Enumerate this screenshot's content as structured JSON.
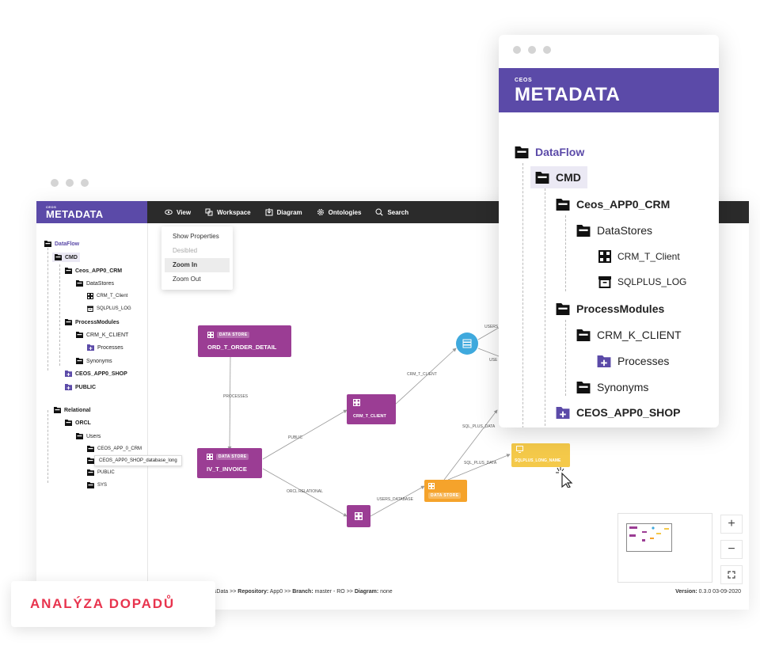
{
  "brand": {
    "ceos": "CEOS",
    "metadata": "METADATA"
  },
  "colors": {
    "purple": "#5b4aa8",
    "node_purple": "#9b3d94",
    "node_orange": "#f5a32b",
    "node_yellow": "#f4c94a",
    "node_blue": "#3fa9dd",
    "accent_red": "#e8344e"
  },
  "menu": [
    {
      "label": "View",
      "icon": "eye-icon"
    },
    {
      "label": "Workspace",
      "icon": "layers-icon"
    },
    {
      "label": "Diagram",
      "icon": "diagram-icon"
    },
    {
      "label": "Ontologies",
      "icon": "gear-icon"
    },
    {
      "label": "Search",
      "icon": "search-icon"
    }
  ],
  "view_menu": [
    "Show Properties",
    "Desibled",
    "Zoom In",
    "Zoom Out"
  ],
  "sidebar": {
    "dataflow": "DataFlow",
    "cmd": "CMD",
    "crm": "Ceos_APP0_CRM",
    "datastores": "DataStores",
    "crm_t_client": "CRM_T_Client",
    "sqlplus_log": "SQLPLUS_LOG",
    "process_modules": "ProcessModules",
    "crm_k_client": "CRM_K_CLIENT",
    "processes": "Processes",
    "synonyms": "Synonyms",
    "shop": "CEOS_APP0_SHOP",
    "public": "PUBLIC",
    "relational": "Relational",
    "orcl": "ORCL",
    "users": "Users",
    "ceos_app_0_crm": "CEOS_APP_0_CRM",
    "tooltip": "CEOS_APP0_SHOP_database_long",
    "public2": "PUBLIC",
    "sys": "SYS"
  },
  "diagram": {
    "badge_data_store": "DATA STORE",
    "ord_detail": "ORD_T_ORDER_DETAIL",
    "invoice": "IV_T_INVOICE",
    "crm_client": "CRM_T_CLIENT",
    "sqlplus_long": "SQLPLUS_LONG_NAME",
    "edges": {
      "processes": "PROCESSES",
      "public": "PUBLIC",
      "orcl_relational": "ORCL RELATIONAL",
      "crm_t_client": "CRM_T_CLIENT",
      "users_database": "USERS_DATABASE",
      "sql_plus_data_1": "SQL_PLUS_DATA",
      "sql_plus_data_2": "SQL_PLUS_DATA",
      "users_cut_1": "USERS",
      "users_cut_2": "USE"
    }
  },
  "zoom": {
    "plus": "+",
    "minus": "−"
  },
  "status": {
    "prefix": "osData",
    "sep": ">>",
    "repository_label": "Repository:",
    "repository": "App0",
    "branch_label": "Branch:",
    "branch": "master - RO",
    "diagram_label": "Diagram:",
    "diagram": "none",
    "version_label": "Version:",
    "version": "0.3.0 03-09-2020"
  },
  "overlay": {
    "dataflow": "DataFlow",
    "cmd": "CMD",
    "crm": "Ceos_APP0_CRM",
    "datastores": "DataStores",
    "crm_t_client": "CRM_T_Client",
    "sqlplus_log": "SQLPLUS_LOG",
    "process_modules": "ProcessModules",
    "crm_k_client": "CRM_K_CLIENT",
    "processes": "Processes",
    "synonyms": "Synonyms",
    "shop": "CEOS_APP0_SHOP"
  },
  "badge": "ANALÝZA DOPADŮ"
}
